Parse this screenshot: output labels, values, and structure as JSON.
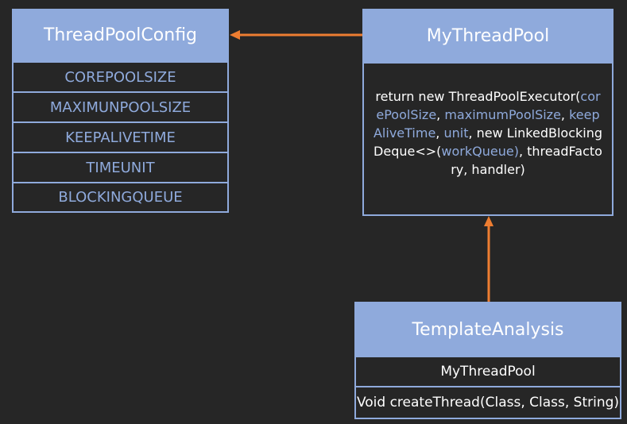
{
  "thread_pool_config": {
    "title": "ThreadPoolConfig",
    "fields": [
      "COREPOOLSIZE",
      "MAXIMUNPOOLSIZE",
      "KEEPALIVETIME",
      "TIMEUNIT",
      "BLOCKINGQUEUE"
    ]
  },
  "my_thread_pool": {
    "title": "MyThreadPool",
    "body": {
      "t1": "return new ThreadPoolExecutor(",
      "core": "corePoolSize",
      "c1": ", ",
      "max": "maximumPoolSize",
      "c2": ", ",
      "keep": "keepAliveTime",
      "c3": ", ",
      "unit": "unit",
      "t2": ", new LinkedBlockingDeque<>(",
      "work": "workQueue)",
      "t3": ", threadFactory, handler)"
    }
  },
  "template_analysis": {
    "title": "TemplateAnalysis",
    "field": "MyThreadPool",
    "method": "Void createThread(Class, Class, String)"
  },
  "colors": {
    "background": "#262626",
    "header": "#8faadc",
    "arrow": "#ed7d31"
  }
}
